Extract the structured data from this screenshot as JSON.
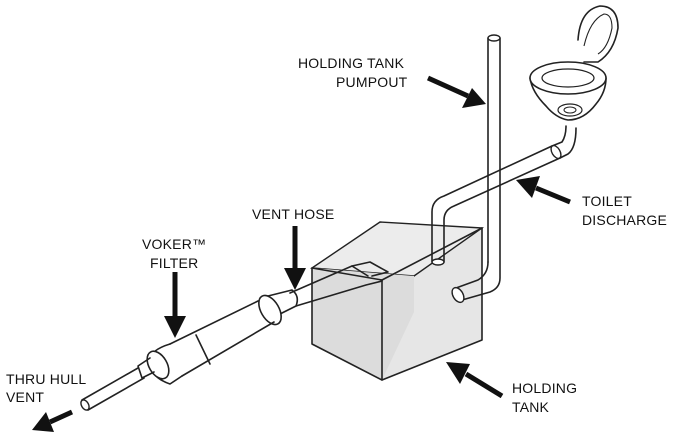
{
  "labels": {
    "pumpout_line1": "HOLDING TANK",
    "pumpout_line2": "PUMPOUT",
    "toilet_line1": "TOILET",
    "toilet_line2": "DISCHARGE",
    "vent_hose": "VENT HOSE",
    "voker_line1": "VOKER™",
    "voker_line2": "FILTER",
    "thru_line1": "THRU HULL",
    "thru_line2": "VENT",
    "tank_line1": "HOLDING",
    "tank_line2": "TANK"
  },
  "colors": {
    "tank_fill": "#e6e6e6",
    "line": "#222222",
    "background": "#ffffff"
  }
}
